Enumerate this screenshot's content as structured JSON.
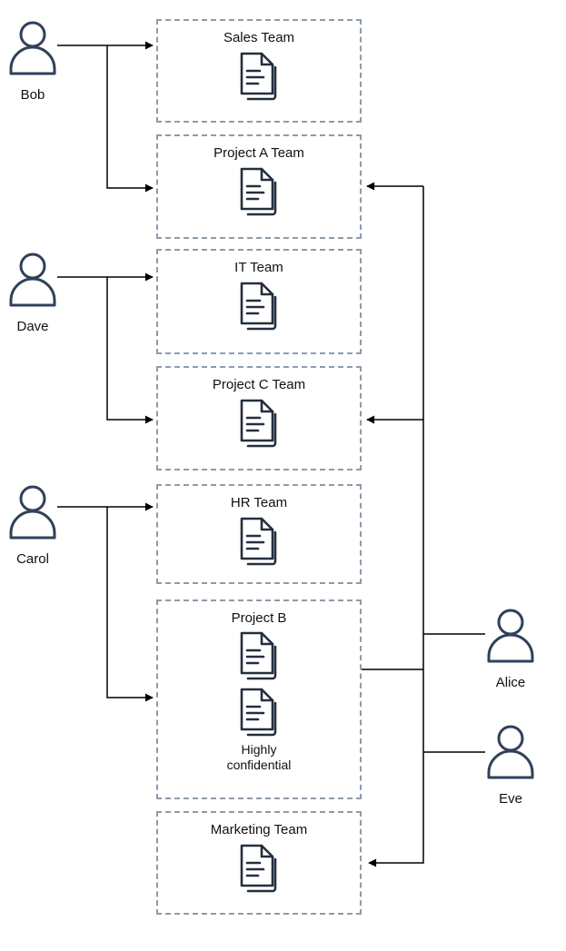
{
  "teams": [
    {
      "label": "Sales Team"
    },
    {
      "label": "Project A Team"
    },
    {
      "label": "IT Team"
    },
    {
      "label": "Project C Team"
    },
    {
      "label": "HR Team"
    },
    {
      "label": "Project B",
      "note": "Highly confidential"
    },
    {
      "label": "Marketing Team"
    }
  ],
  "users": [
    {
      "name": "Bob"
    },
    {
      "name": "Dave"
    },
    {
      "name": "Carol"
    },
    {
      "name": "Alice"
    },
    {
      "name": "Eve"
    }
  ],
  "connections": [
    {
      "from": "Bob",
      "to": "Sales Team"
    },
    {
      "from": "Bob",
      "to": "Project A Team"
    },
    {
      "from": "Dave",
      "to": "IT Team"
    },
    {
      "from": "Dave",
      "to": "Project C Team"
    },
    {
      "from": "Carol",
      "to": "HR Team"
    },
    {
      "from": "Carol",
      "to": "Project B"
    },
    {
      "from": "Alice",
      "to": "Project A Team"
    },
    {
      "from": "Alice",
      "to": "Project C Team"
    },
    {
      "from": "Alice",
      "to": "Project B document"
    },
    {
      "from": "Alice",
      "to": "Marketing Team"
    },
    {
      "from": "Eve",
      "to": "Project A Team"
    },
    {
      "from": "Eve",
      "to": "Project C Team"
    },
    {
      "from": "Eve",
      "to": "Project B document"
    },
    {
      "from": "Eve",
      "to": "Marketing Team"
    }
  ],
  "colors": {
    "box_border": "#8c9cab",
    "doc_icon_stroke": "#232f3e",
    "person_stroke": "#2f415a",
    "arrow": "#000000",
    "text": "#111111"
  }
}
